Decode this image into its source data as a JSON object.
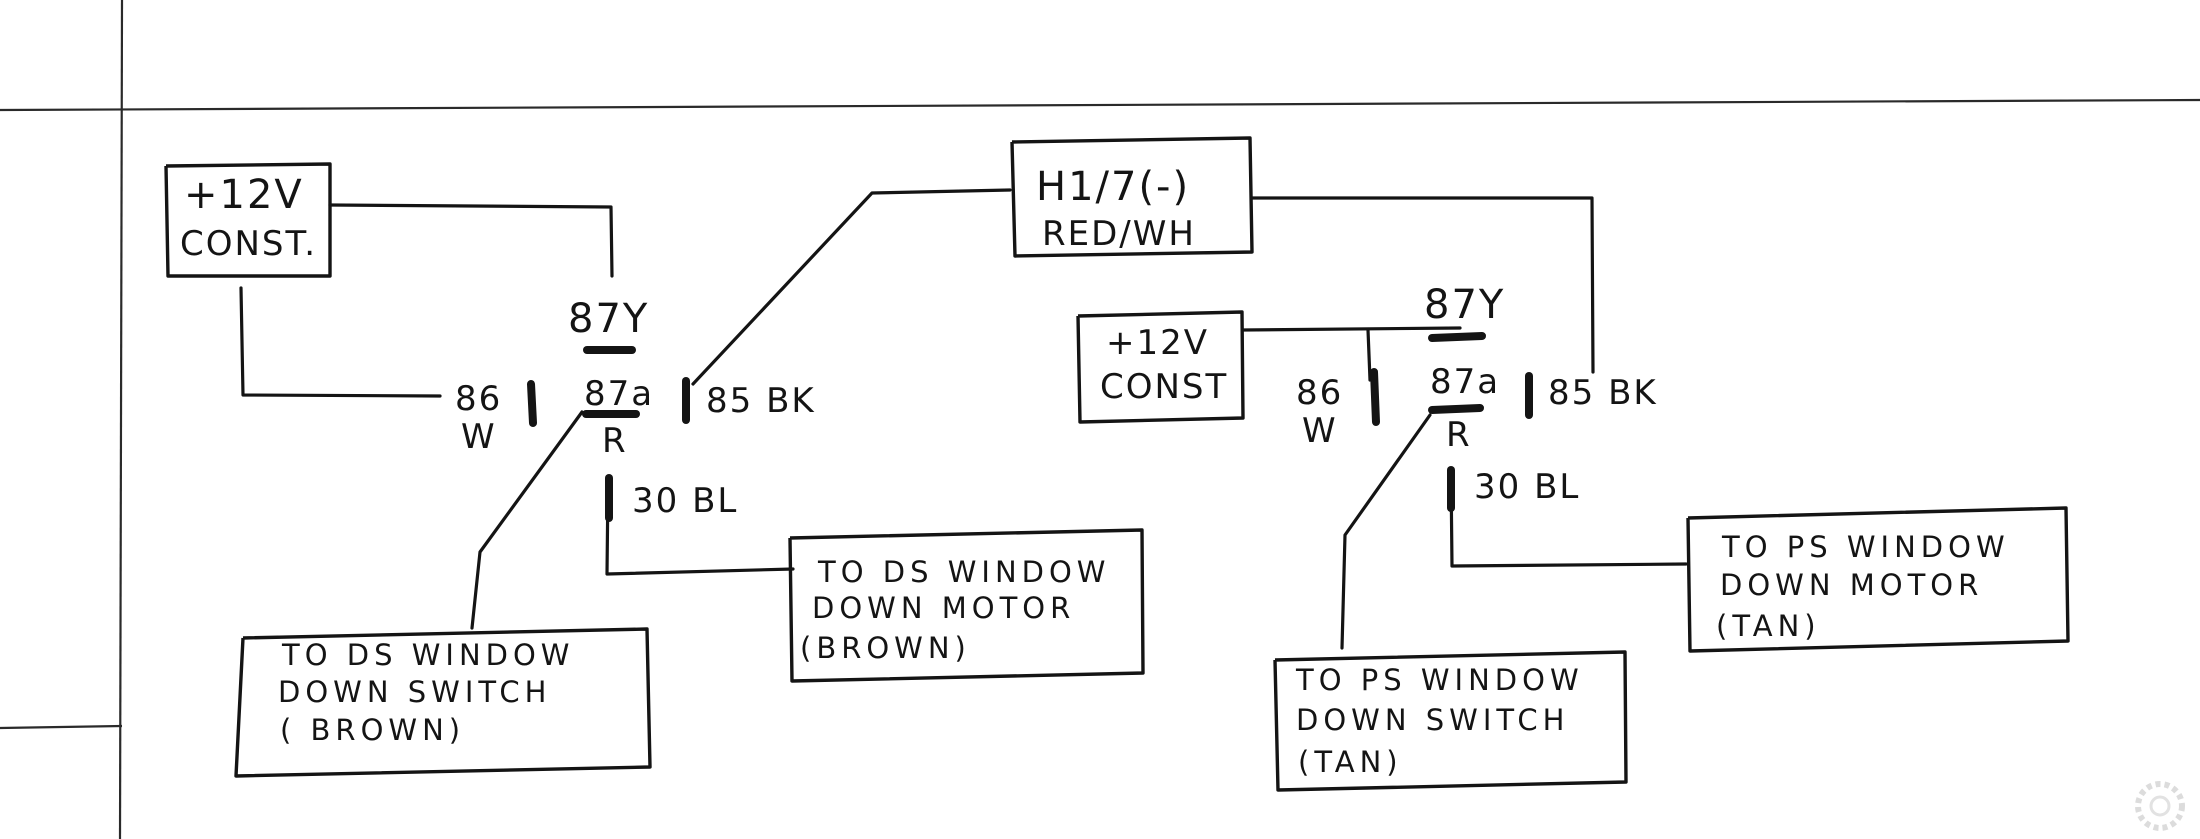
{
  "diagram": {
    "left_relay": {
      "power_box": {
        "line1": "+12V",
        "line2": "CONST."
      },
      "pin_87": "87Y",
      "pin_87a": "87a",
      "pin_87a_color": "R",
      "pin_86": "86",
      "pin_86_color": "W",
      "pin_85": "85 BK",
      "pin_30": "30 BL",
      "switch_box": {
        "line1": "TO DS WINDOW",
        "line2": "DOWN SWITCH",
        "line3": "( BROWN)"
      },
      "motor_box": {
        "line1": "TO DS WINDOW",
        "line2": "DOWN MOTOR",
        "line3": "(BROWN)"
      }
    },
    "trigger_box": {
      "line1": "H1/7(-)",
      "line2": "RED/WH"
    },
    "right_relay": {
      "power_box": {
        "line1": "+12V",
        "line2": "CONST"
      },
      "pin_87": "87Y",
      "pin_87a": "87a",
      "pin_87a_color": "R",
      "pin_86": "86",
      "pin_86_color": "W",
      "pin_85": "85 BK",
      "pin_30": "30 BL",
      "switch_box": {
        "line1": "TO PS WINDOW",
        "line2": "DOWN SWITCH",
        "line3": "(TAN)"
      },
      "motor_box": {
        "line1": "TO PS WINDOW",
        "line2": "DOWN MOTOR",
        "line3": "(TAN)"
      }
    }
  },
  "colors": {
    "ink": "#141414",
    "paper": "#ffffff"
  }
}
